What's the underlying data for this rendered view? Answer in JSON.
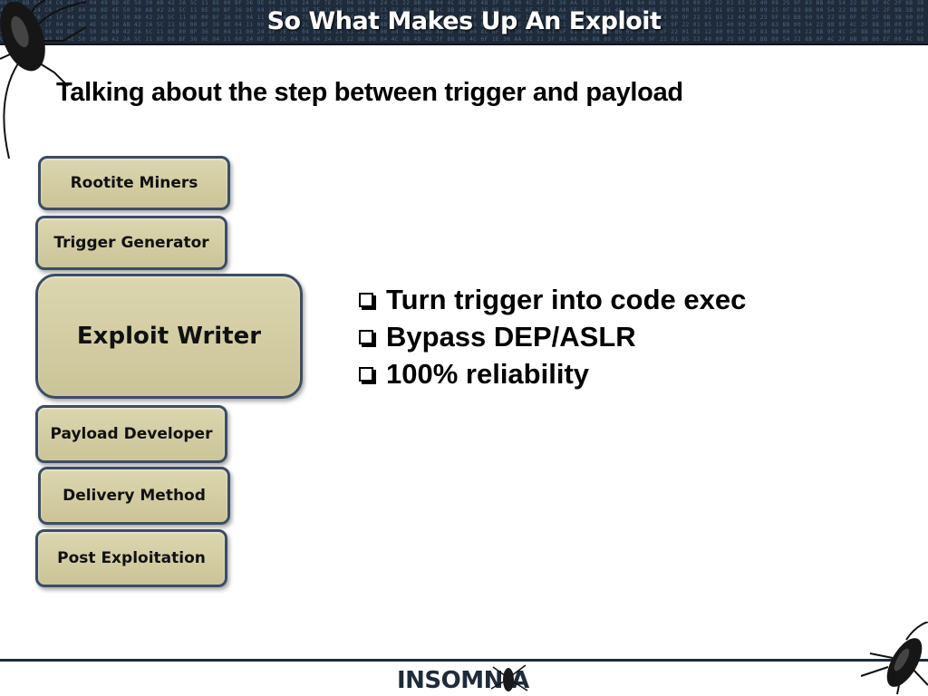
{
  "header": {
    "title": "So What Makes Up An Exploit",
    "hex_pattern": "00 4C 8B 04 24 C6 40 1F 04 49 8D 4E 50 30 AB 42 2A 5C 11 8E 00 BF 36 9E 04 11 00 24 8F 7E 2C 04 89 04 24 C1 22 8B 00 04 4C 8B 4D 48 3F 88 00 4C 6F 1E 30 AA 5E 11 5F 81 46 84 B8 89 05 C4 00 9F 22 01 85 12 40 09 25 9F 83 BB 00 54 22 8B 9F 4C 2F 8B 3B 00 EF"
  },
  "subtitle": "Talking about the step between trigger and payload",
  "stages": [
    {
      "label": "Rootite Miners"
    },
    {
      "label": "Trigger  Generator"
    },
    {
      "label": "Exploit Writer"
    },
    {
      "label": "Payload Developer"
    },
    {
      "label": "Delivery Method"
    },
    {
      "label": "Post Exploitation"
    }
  ],
  "bullets": [
    "Turn trigger into code exec",
    "Bypass DEP/ASLR",
    "100% reliability"
  ],
  "footer": {
    "logo_text": "INSOMNIA"
  },
  "colors": {
    "header_bg": "#1f2b3a",
    "stage_fill": "#d4ceA4",
    "stage_border": "#3c4d63"
  },
  "icons": [
    "cockroach-icon",
    "checkbox-bullet-icon"
  ]
}
